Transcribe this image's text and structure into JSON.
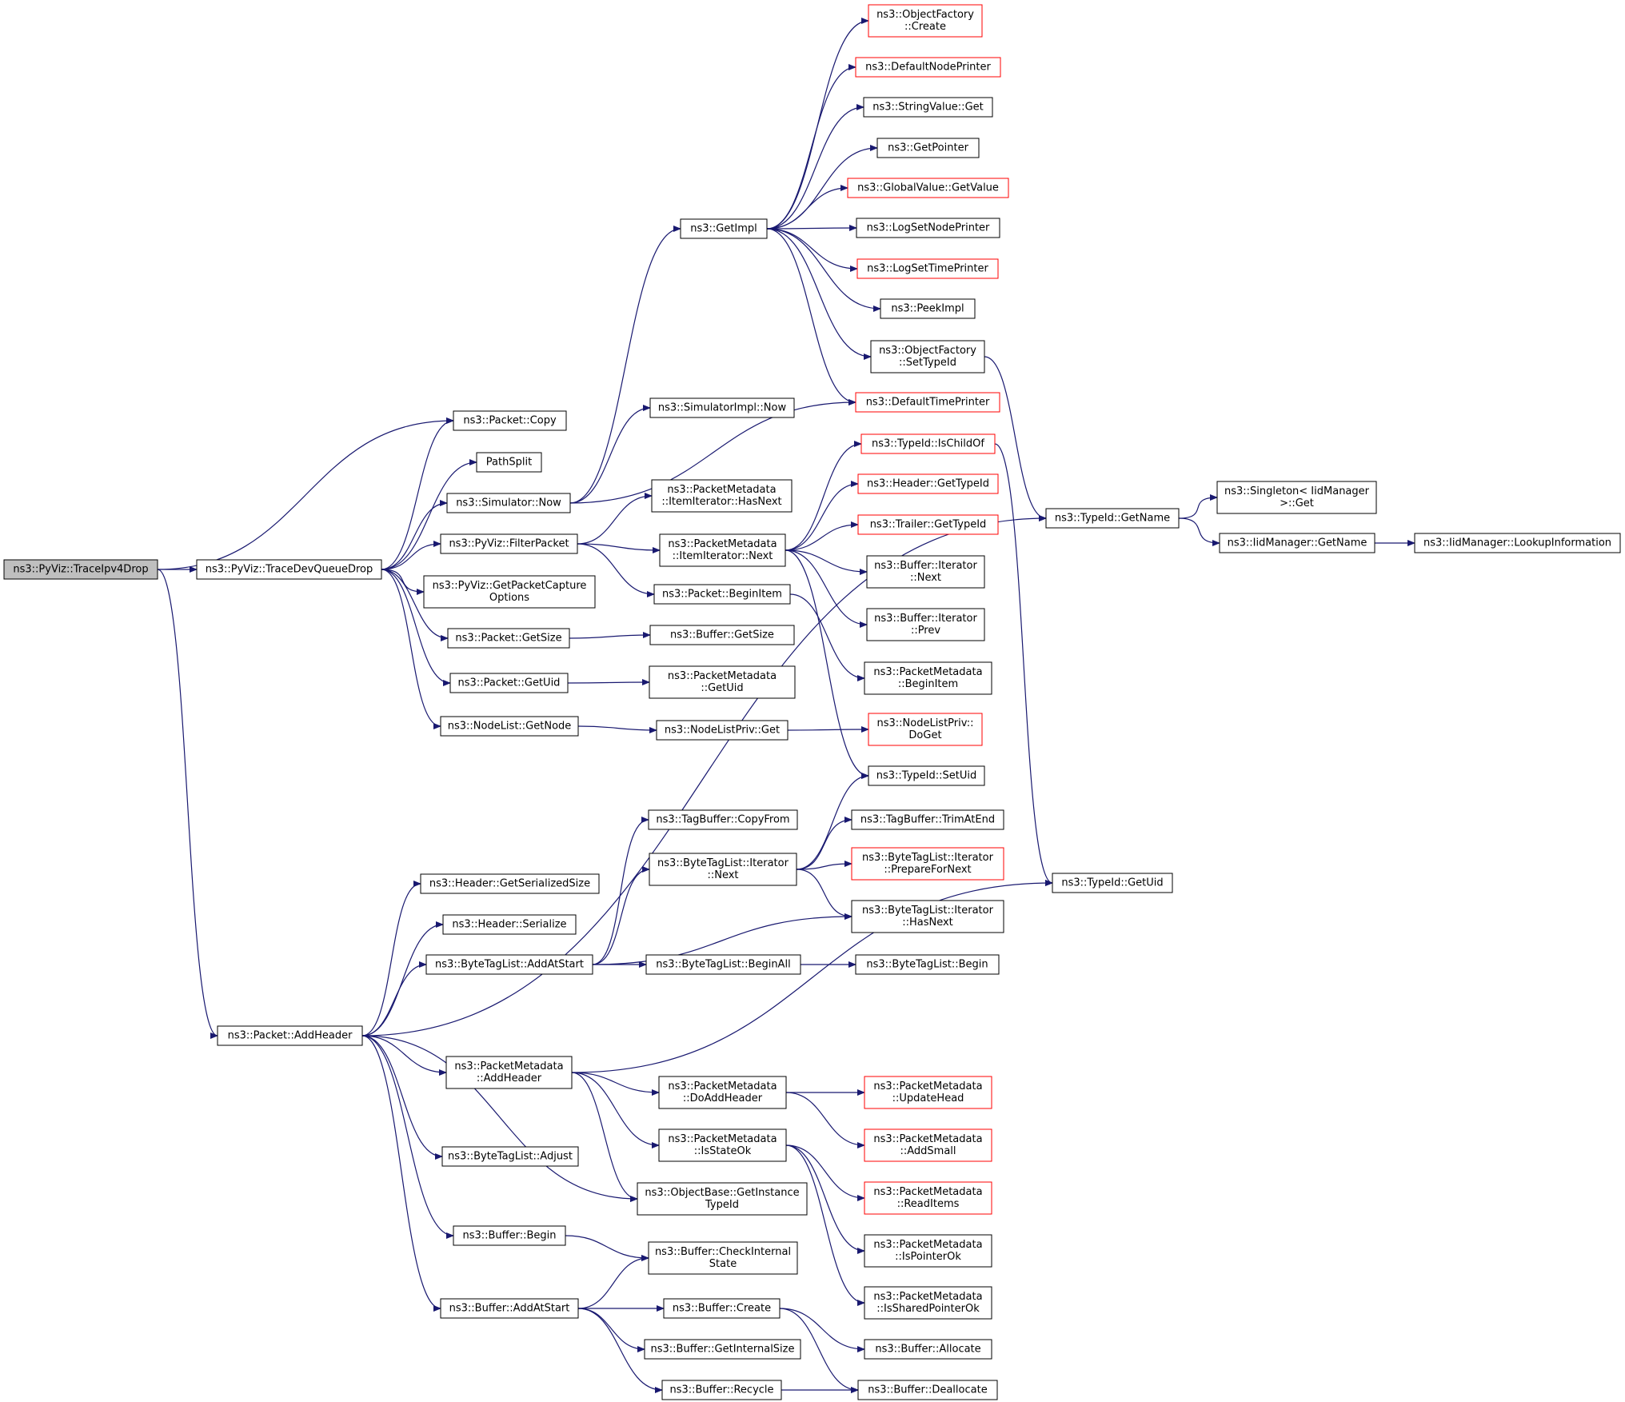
{
  "colors": {
    "edge": "#191970",
    "normal_border": "#000000",
    "truncated_border": "#ff0000",
    "root_fill": "#bfbfbf",
    "node_fill": "#ffffff"
  },
  "nodes": {
    "root": {
      "lines": [
        "ns3::PyViz::TraceIpv4Drop"
      ],
      "kind": "root"
    },
    "tdqd": {
      "lines": [
        "ns3::PyViz::TraceDevQueueDrop"
      ],
      "kind": "normal"
    },
    "addhdr": {
      "lines": [
        "ns3::Packet::AddHeader"
      ],
      "kind": "normal"
    },
    "pcopy": {
      "lines": [
        "ns3::Packet::Copy"
      ],
      "kind": "normal"
    },
    "psplit": {
      "lines": [
        "PathSplit"
      ],
      "kind": "normal"
    },
    "simnow": {
      "lines": [
        "ns3::Simulator::Now"
      ],
      "kind": "normal"
    },
    "filter": {
      "lines": [
        "ns3::PyViz::FilterPacket"
      ],
      "kind": "normal"
    },
    "gpco": {
      "lines": [
        "ns3::PyViz::GetPacketCapture",
        "Options"
      ],
      "kind": "normal"
    },
    "pgsize": {
      "lines": [
        "ns3::Packet::GetSize"
      ],
      "kind": "normal"
    },
    "pguid": {
      "lines": [
        "ns3::Packet::GetUid"
      ],
      "kind": "normal"
    },
    "nlget": {
      "lines": [
        "ns3::NodeList::GetNode"
      ],
      "kind": "normal"
    },
    "getimpl": {
      "lines": [
        "ns3::GetImpl"
      ],
      "kind": "normal"
    },
    "simimplnow": {
      "lines": [
        "ns3::SimulatorImpl::Now"
      ],
      "kind": "normal"
    },
    "pmhasnext": {
      "lines": [
        "ns3::PacketMetadata",
        "::ItemIterator::HasNext"
      ],
      "kind": "normal"
    },
    "pmnext": {
      "lines": [
        "ns3::PacketMetadata",
        "::ItemIterator::Next"
      ],
      "kind": "normal"
    },
    "pbegin": {
      "lines": [
        "ns3::Packet::BeginItem"
      ],
      "kind": "normal"
    },
    "bgsize": {
      "lines": [
        "ns3::Buffer::GetSize"
      ],
      "kind": "normal"
    },
    "pmguid": {
      "lines": [
        "ns3::PacketMetadata",
        "::GetUid"
      ],
      "kind": "normal"
    },
    "nlpget": {
      "lines": [
        "ns3::NodeListPriv::Get"
      ],
      "kind": "normal"
    },
    "ofcreate": {
      "lines": [
        "ns3::ObjectFactory",
        "::Create"
      ],
      "kind": "truncated"
    },
    "dnp": {
      "lines": [
        "ns3::DefaultNodePrinter"
      ],
      "kind": "truncated"
    },
    "svget": {
      "lines": [
        "ns3::StringValue::Get"
      ],
      "kind": "normal"
    },
    "gptr": {
      "lines": [
        "ns3::GetPointer"
      ],
      "kind": "normal"
    },
    "gvget": {
      "lines": [
        "ns3::GlobalValue::GetValue"
      ],
      "kind": "truncated"
    },
    "lsnp": {
      "lines": [
        "ns3::LogSetNodePrinter"
      ],
      "kind": "normal"
    },
    "lstp": {
      "lines": [
        "ns3::LogSetTimePrinter"
      ],
      "kind": "truncated"
    },
    "peek": {
      "lines": [
        "ns3::PeekImpl"
      ],
      "kind": "normal"
    },
    "ofsettid": {
      "lines": [
        "ns3::ObjectFactory",
        "::SetTypeId"
      ],
      "kind": "normal"
    },
    "dtp": {
      "lines": [
        "ns3::DefaultTimePrinter"
      ],
      "kind": "truncated"
    },
    "ischild": {
      "lines": [
        "ns3::TypeId::IsChildOf"
      ],
      "kind": "truncated"
    },
    "hgettid": {
      "lines": [
        "ns3::Header::GetTypeId"
      ],
      "kind": "truncated"
    },
    "tgettid": {
      "lines": [
        "ns3::Trailer::GetTypeId"
      ],
      "kind": "truncated"
    },
    "binext": {
      "lines": [
        "ns3::Buffer::Iterator",
        "::Next"
      ],
      "kind": "normal"
    },
    "biprev": {
      "lines": [
        "ns3::Buffer::Iterator",
        "::Prev"
      ],
      "kind": "normal"
    },
    "pmbegin": {
      "lines": [
        "ns3::PacketMetadata",
        "::BeginItem"
      ],
      "kind": "normal"
    },
    "nlpdoget": {
      "lines": [
        "ns3::NodeListPriv::",
        "DoGet"
      ],
      "kind": "truncated"
    },
    "tidsetuid": {
      "lines": [
        "ns3::TypeId::SetUid"
      ],
      "kind": "normal"
    },
    "tidgetname": {
      "lines": [
        "ns3::TypeId::GetName"
      ],
      "kind": "normal"
    },
    "singleton": {
      "lines": [
        "ns3::Singleton< IidManager",
        " >::Get"
      ],
      "kind": "normal"
    },
    "iidgetname": {
      "lines": [
        "ns3::IidManager::GetName"
      ],
      "kind": "normal"
    },
    "iidlookup": {
      "lines": [
        "ns3::IidManager::LookupInformation"
      ],
      "kind": "normal"
    },
    "tidgetuid": {
      "lines": [
        "ns3::TypeId::GetUid"
      ],
      "kind": "normal"
    },
    "hgss": {
      "lines": [
        "ns3::Header::GetSerializedSize"
      ],
      "kind": "normal"
    },
    "hser": {
      "lines": [
        "ns3::Header::Serialize"
      ],
      "kind": "normal"
    },
    "btladd": {
      "lines": [
        "ns3::ByteTagList::AddAtStart"
      ],
      "kind": "normal"
    },
    "tbcopy": {
      "lines": [
        "ns3::TagBuffer::CopyFrom"
      ],
      "kind": "normal"
    },
    "btlinext": {
      "lines": [
        "ns3::ByteTagList::Iterator",
        "::Next"
      ],
      "kind": "normal"
    },
    "tbtrim": {
      "lines": [
        "ns3::TagBuffer::TrimAtEnd"
      ],
      "kind": "normal"
    },
    "btlprep": {
      "lines": [
        "ns3::ByteTagList::Iterator",
        "::PrepareForNext"
      ],
      "kind": "truncated"
    },
    "btlhas": {
      "lines": [
        "ns3::ByteTagList::Iterator",
        "::HasNext"
      ],
      "kind": "normal"
    },
    "btlbeginall": {
      "lines": [
        "ns3::ByteTagList::BeginAll"
      ],
      "kind": "normal"
    },
    "btlbegin": {
      "lines": [
        "ns3::ByteTagList::Begin"
      ],
      "kind": "normal"
    },
    "pmaddhdr": {
      "lines": [
        "ns3::PacketMetadata",
        "::AddHeader"
      ],
      "kind": "normal"
    },
    "pmdoadd": {
      "lines": [
        "ns3::PacketMetadata",
        "::DoAddHeader"
      ],
      "kind": "normal"
    },
    "pmupd": {
      "lines": [
        "ns3::PacketMetadata",
        "::UpdateHead"
      ],
      "kind": "truncated"
    },
    "pmsmall": {
      "lines": [
        "ns3::PacketMetadata",
        "::AddSmall"
      ],
      "kind": "truncated"
    },
    "pmstate": {
      "lines": [
        "ns3::PacketMetadata",
        "::IsStateOk"
      ],
      "kind": "normal"
    },
    "pmread": {
      "lines": [
        "ns3::PacketMetadata",
        "::ReadItems"
      ],
      "kind": "truncated"
    },
    "pmptr": {
      "lines": [
        "ns3::PacketMetadata",
        "::IsPointerOk"
      ],
      "kind": "normal"
    },
    "pmshared": {
      "lines": [
        "ns3::PacketMetadata",
        "::IsSharedPointerOk"
      ],
      "kind": "normal"
    },
    "btladj": {
      "lines": [
        "ns3::ByteTagList::Adjust"
      ],
      "kind": "normal"
    },
    "obgit": {
      "lines": [
        "ns3::ObjectBase::GetInstance",
        "TypeId"
      ],
      "kind": "normal"
    },
    "bbegin": {
      "lines": [
        "ns3::Buffer::Begin"
      ],
      "kind": "normal"
    },
    "bcheck": {
      "lines": [
        "ns3::Buffer::CheckInternal",
        "State"
      ],
      "kind": "normal"
    },
    "baddstart": {
      "lines": [
        "ns3::Buffer::AddAtStart"
      ],
      "kind": "normal"
    },
    "bcreate": {
      "lines": [
        "ns3::Buffer::Create"
      ],
      "kind": "normal"
    },
    "bgis": {
      "lines": [
        "ns3::Buffer::GetInternalSize"
      ],
      "kind": "normal"
    },
    "brecycle": {
      "lines": [
        "ns3::Buffer::Recycle"
      ],
      "kind": "normal"
    },
    "balloc": {
      "lines": [
        "ns3::Buffer::Allocate"
      ],
      "kind": "normal"
    },
    "bdealloc": {
      "lines": [
        "ns3::Buffer::Deallocate"
      ],
      "kind": "normal"
    }
  },
  "edges": [
    [
      "root",
      "pcopy"
    ],
    [
      "root",
      "tdqd"
    ],
    [
      "root",
      "addhdr"
    ],
    [
      "tdqd",
      "pcopy"
    ],
    [
      "tdqd",
      "psplit"
    ],
    [
      "tdqd",
      "simnow"
    ],
    [
      "tdqd",
      "filter"
    ],
    [
      "tdqd",
      "gpco"
    ],
    [
      "tdqd",
      "pgsize"
    ],
    [
      "tdqd",
      "pguid"
    ],
    [
      "tdqd",
      "nlget"
    ],
    [
      "simnow",
      "getimpl"
    ],
    [
      "simnow",
      "simimplnow"
    ],
    [
      "simnow",
      "dtp"
    ],
    [
      "getimpl",
      "ofcreate"
    ],
    [
      "getimpl",
      "dnp"
    ],
    [
      "getimpl",
      "svget"
    ],
    [
      "getimpl",
      "gptr"
    ],
    [
      "getimpl",
      "gvget"
    ],
    [
      "getimpl",
      "lsnp"
    ],
    [
      "getimpl",
      "lstp"
    ],
    [
      "getimpl",
      "peek"
    ],
    [
      "getimpl",
      "ofsettid"
    ],
    [
      "getimpl",
      "dtp"
    ],
    [
      "ofsettid",
      "tidgetname"
    ],
    [
      "filter",
      "pmhasnext"
    ],
    [
      "filter",
      "pmnext"
    ],
    [
      "filter",
      "pbegin"
    ],
    [
      "pmnext",
      "ischild"
    ],
    [
      "pmnext",
      "hgettid"
    ],
    [
      "pmnext",
      "tgettid"
    ],
    [
      "pmnext",
      "binext"
    ],
    [
      "pmnext",
      "biprev"
    ],
    [
      "pmnext",
      "tidsetuid"
    ],
    [
      "pbegin",
      "pmbegin"
    ],
    [
      "pgsize",
      "bgsize"
    ],
    [
      "pguid",
      "pmguid"
    ],
    [
      "nlget",
      "nlpget"
    ],
    [
      "nlpget",
      "nlpdoget"
    ],
    [
      "ischild",
      "tidgetuid"
    ],
    [
      "tidgetname",
      "singleton"
    ],
    [
      "tidgetname",
      "iidgetname"
    ],
    [
      "iidgetname",
      "iidlookup"
    ],
    [
      "addhdr",
      "hgss"
    ],
    [
      "addhdr",
      "hser"
    ],
    [
      "addhdr",
      "btladd"
    ],
    [
      "addhdr",
      "tidgetname"
    ],
    [
      "addhdr",
      "pmaddhdr"
    ],
    [
      "addhdr",
      "btladj"
    ],
    [
      "addhdr",
      "obgit"
    ],
    [
      "addhdr",
      "bbegin"
    ],
    [
      "addhdr",
      "baddstart"
    ],
    [
      "btladd",
      "tbcopy"
    ],
    [
      "btladd",
      "btlinext"
    ],
    [
      "btladd",
      "btlhas"
    ],
    [
      "btladd",
      "btlbeginall"
    ],
    [
      "btlinext",
      "tidsetuid"
    ],
    [
      "btlinext",
      "tbtrim"
    ],
    [
      "btlinext",
      "btlprep"
    ],
    [
      "btlinext",
      "btlhas"
    ],
    [
      "btlbeginall",
      "btlbegin"
    ],
    [
      "pmaddhdr",
      "tidgetuid"
    ],
    [
      "pmaddhdr",
      "pmdoadd"
    ],
    [
      "pmaddhdr",
      "pmstate"
    ],
    [
      "pmaddhdr",
      "obgit"
    ],
    [
      "pmdoadd",
      "pmupd"
    ],
    [
      "pmdoadd",
      "pmsmall"
    ],
    [
      "pmstate",
      "pmread"
    ],
    [
      "pmstate",
      "pmptr"
    ],
    [
      "pmstate",
      "pmshared"
    ],
    [
      "bbegin",
      "bcheck"
    ],
    [
      "baddstart",
      "bcheck"
    ],
    [
      "baddstart",
      "bcreate"
    ],
    [
      "baddstart",
      "bgis"
    ],
    [
      "baddstart",
      "brecycle"
    ],
    [
      "bcreate",
      "balloc"
    ],
    [
      "bcreate",
      "bdealloc"
    ],
    [
      "brecycle",
      "bdealloc"
    ]
  ]
}
